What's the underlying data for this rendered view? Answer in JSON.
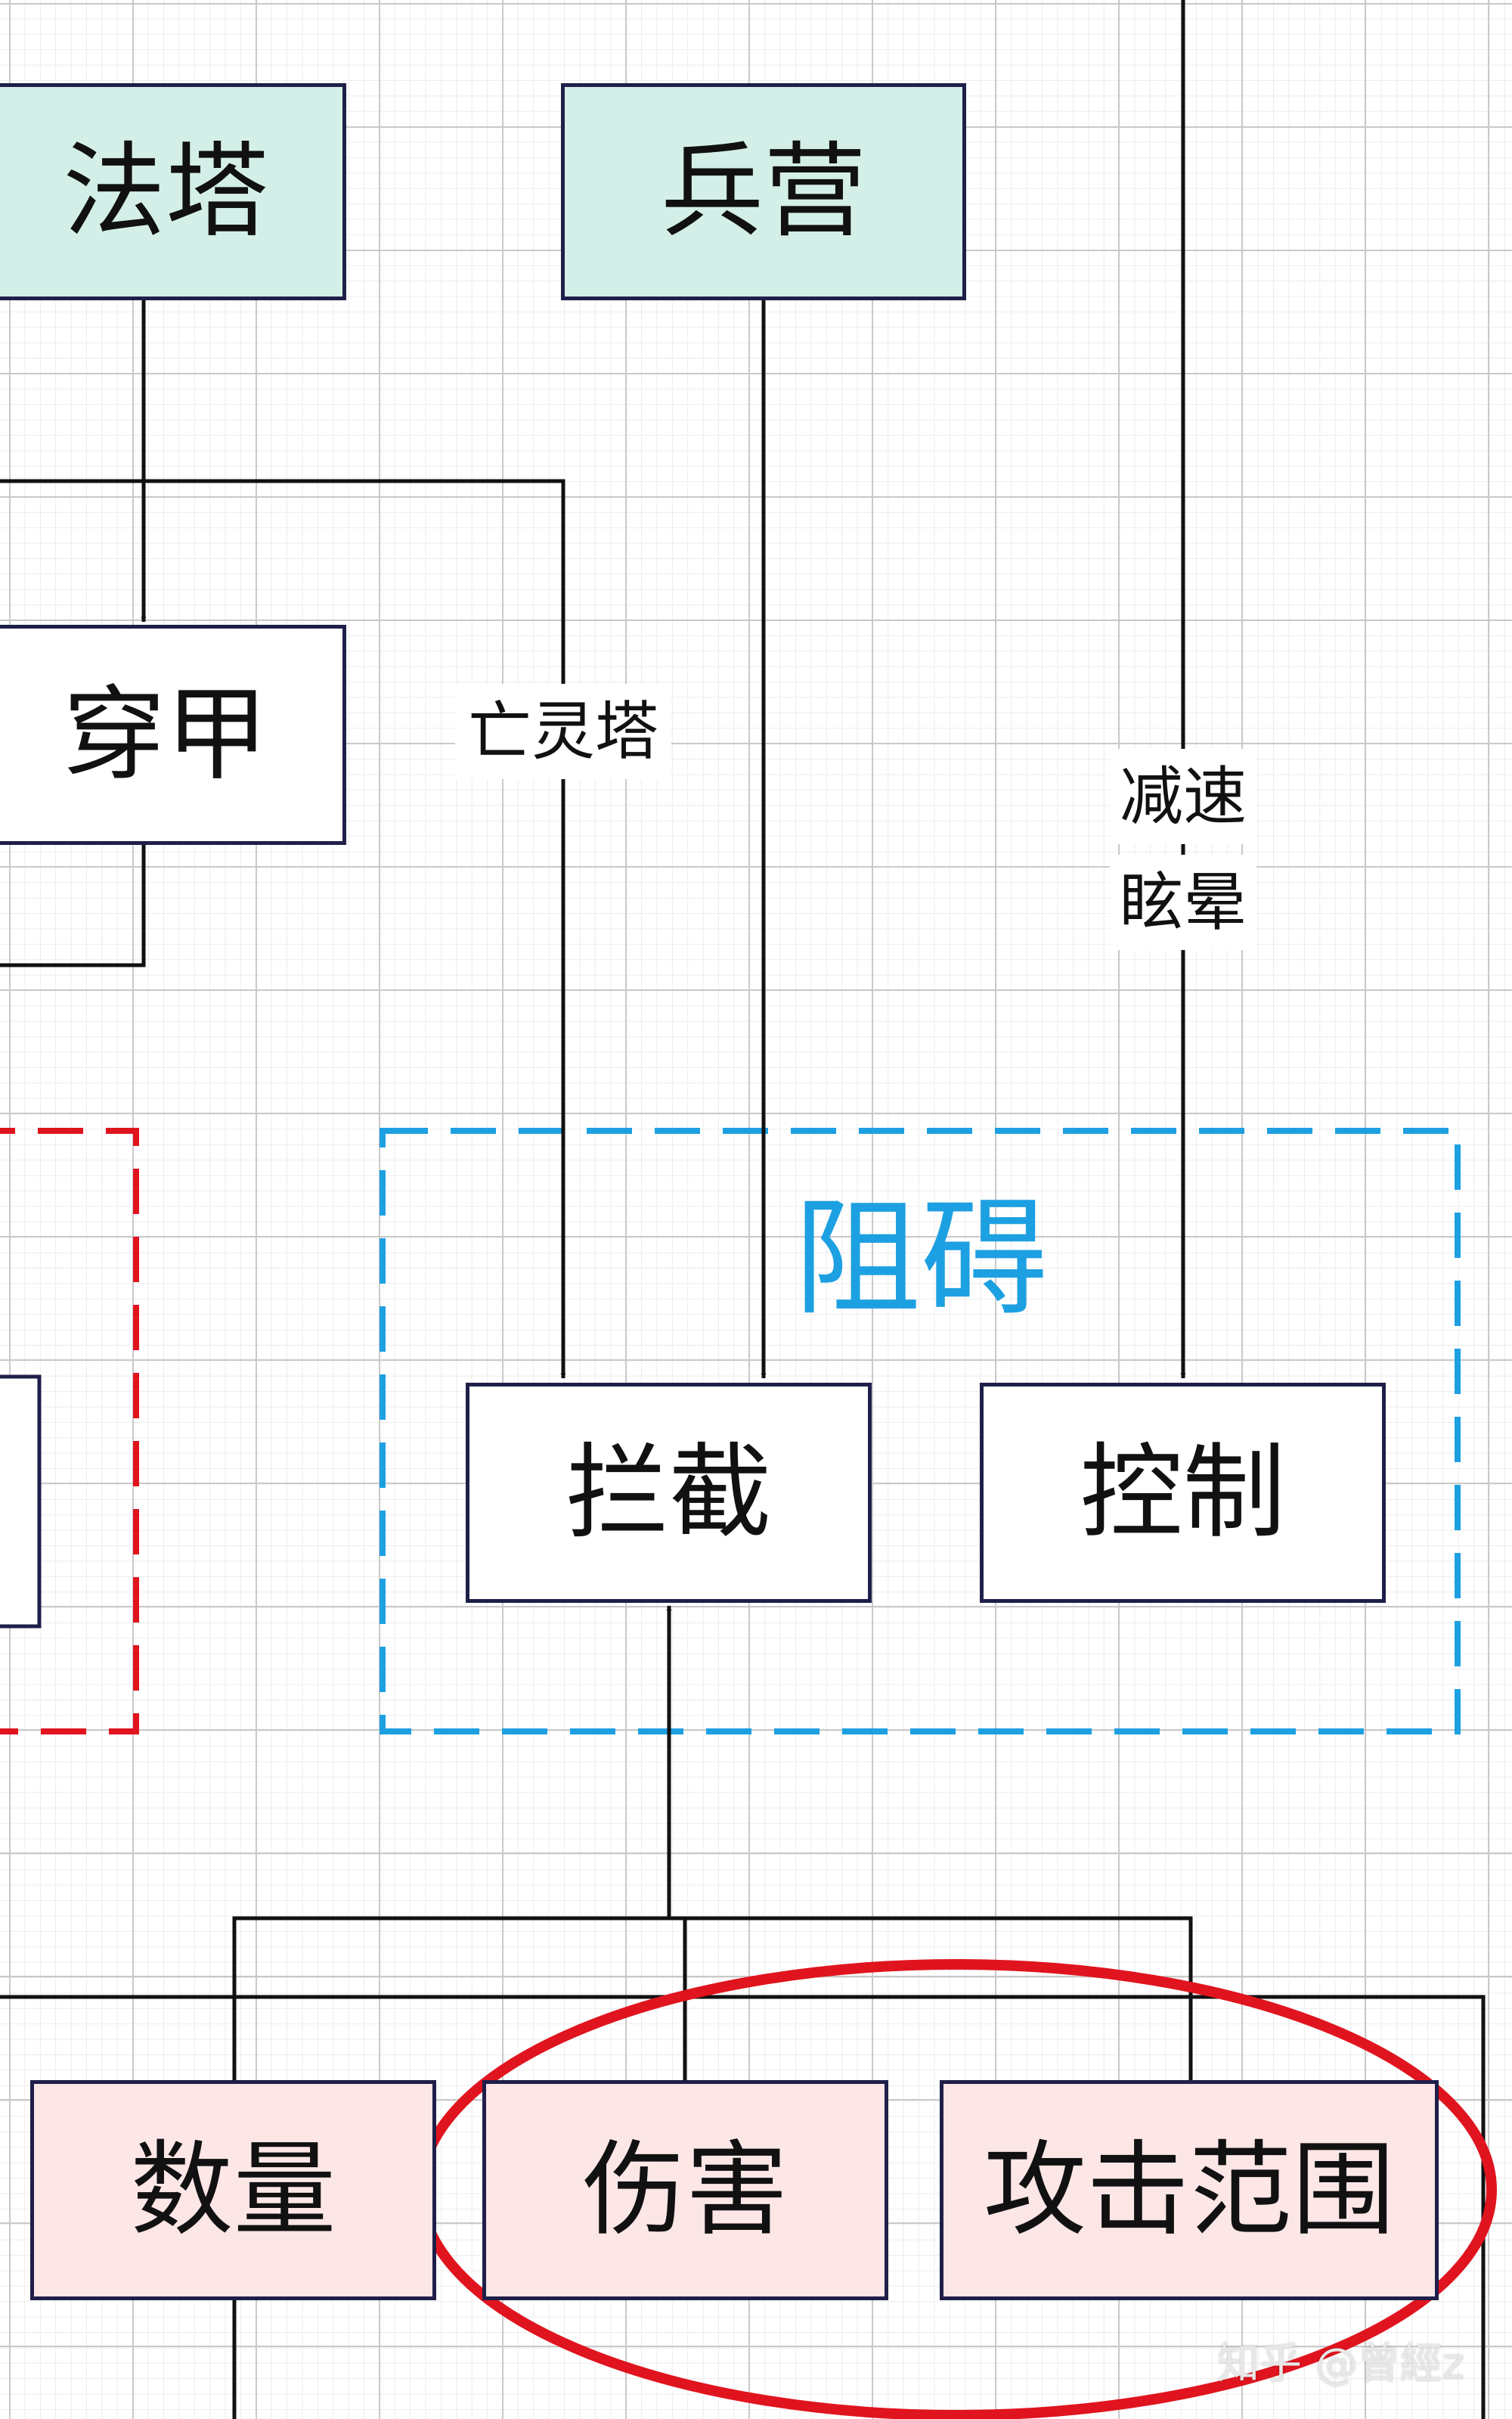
{
  "nodes": {
    "fata": "法塔",
    "bingying": "兵营",
    "chuanjia": "穿甲",
    "lanjie": "拦截",
    "kongzhi": "控制",
    "shuliang": "数量",
    "shanghai": "伤害",
    "gongjifanwei": "攻击范围"
  },
  "edge_labels": {
    "wanglingta": "亡灵塔",
    "jiansu": "减速",
    "xuanyun": "眩晕"
  },
  "groups": {
    "zuai": "阻碍"
  },
  "watermark": "知乎 @曾經z",
  "colors": {
    "node_green": "#d3efe8",
    "node_pink": "#fde6e6",
    "node_border": "#1f1f4a",
    "group_blue": "#1da0e2",
    "group_red": "#e0141e",
    "highlight_red": "#e0141e"
  }
}
